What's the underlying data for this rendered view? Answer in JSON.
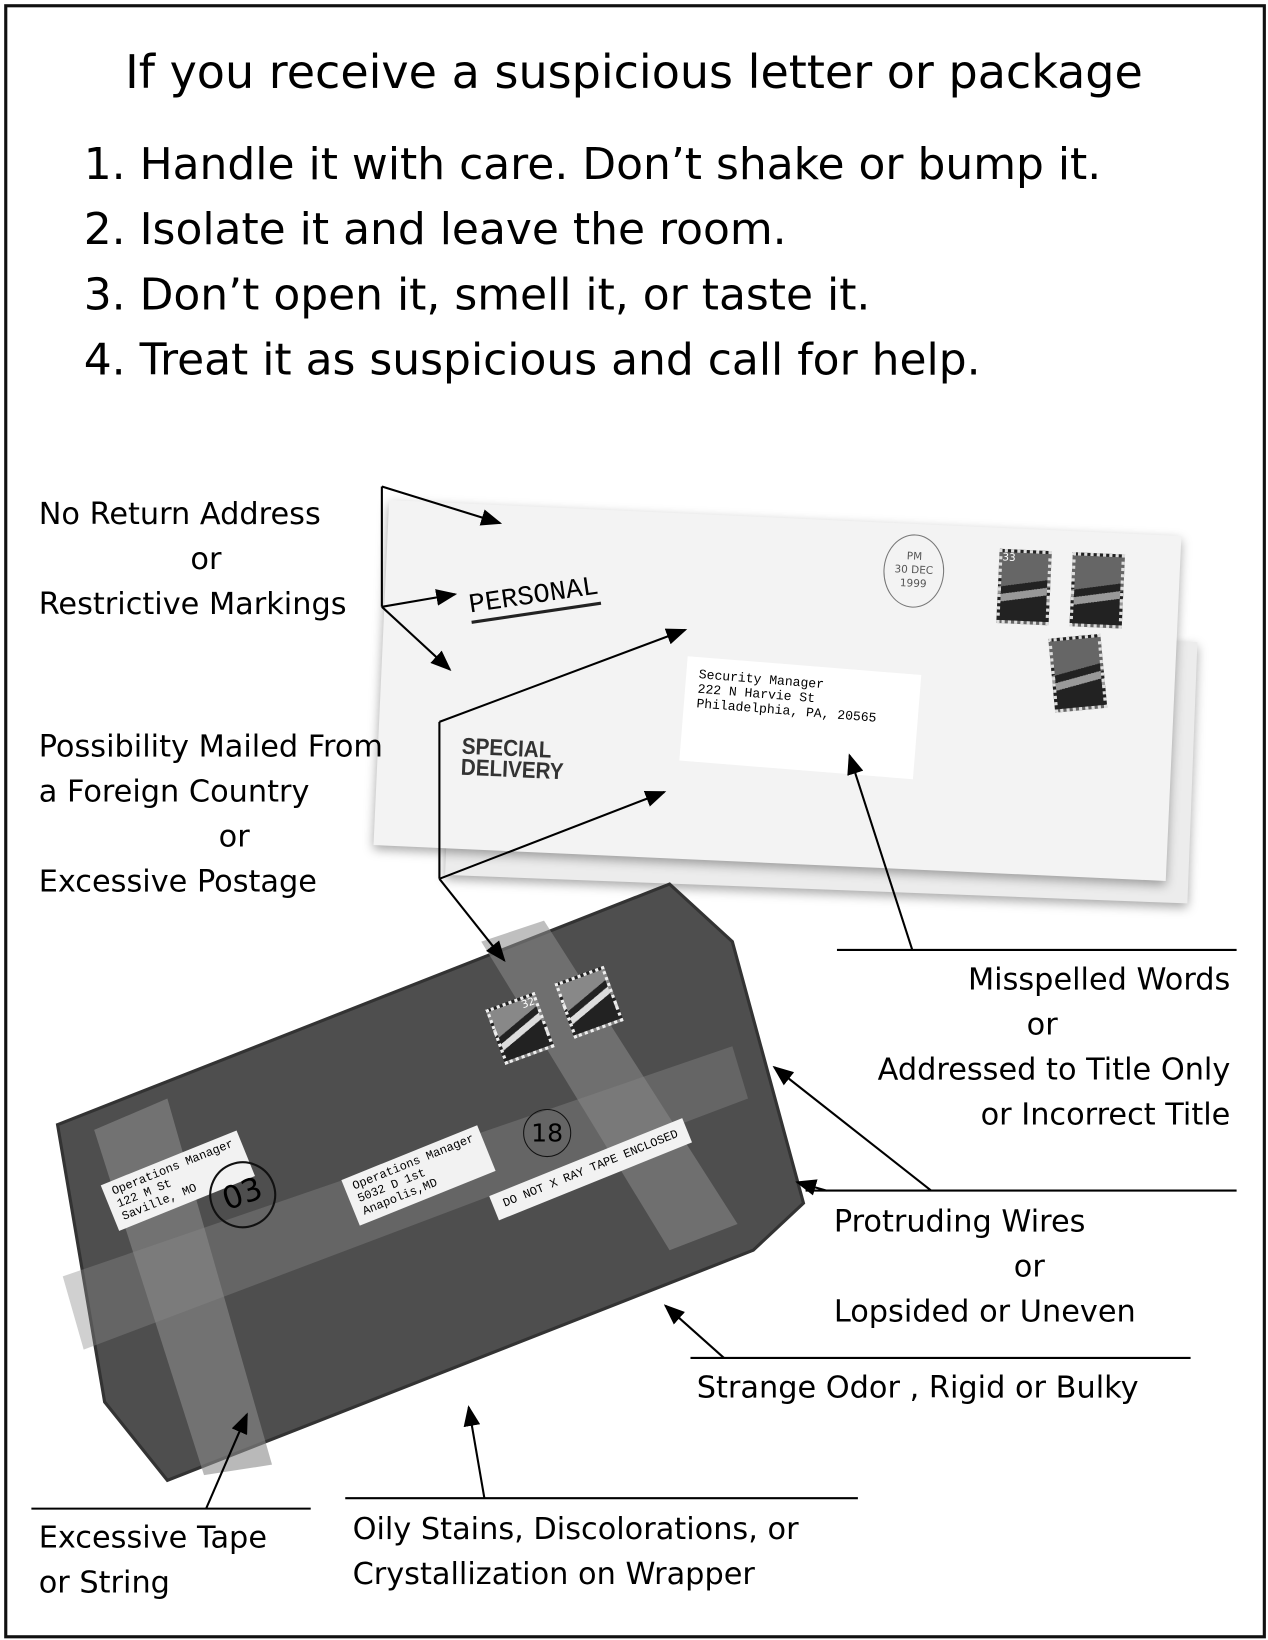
{
  "title": "If you receive a suspicious letter or package",
  "steps": [
    "1. Handle it with care. Don’t shake or bump it.",
    "2. Isolate it and leave the room.",
    "3. Don’t open it, smell it, or taste it.",
    "4. Treat it as suspicious and call for help."
  ],
  "labels": {
    "return_address": [
      "No Return Address",
      "or",
      "Restrictive Markings"
    ],
    "foreign": [
      "Possibility Mailed From",
      "a Foreign Country",
      "or",
      "Excessive Postage"
    ],
    "misspelled": [
      "Misspelled Words",
      "or",
      "Addressed to Title Only",
      "or Incorrect Title"
    ],
    "wires": [
      "Protruding Wires",
      "or",
      "Lopsided or Uneven"
    ],
    "odor": "Strange Odor , Rigid or Bulky",
    "stains": [
      "Oily Stains, Discolorations, or",
      "Crystallization on Wrapper"
    ],
    "tape": [
      "Excessive Tape",
      "or String"
    ]
  },
  "envelope": {
    "marking": "PERSONAL",
    "special": [
      "SPECIAL",
      "DELIVERY"
    ],
    "address": [
      "Security Manager",
      "222 N Harvie St",
      "Philadelphia, PA, 20565"
    ],
    "postmark": [
      "PM",
      "30 DEC",
      "1999"
    ],
    "stamp_value": "33"
  },
  "package": {
    "label1": [
      "Operations Manager",
      "122 M St",
      "Saville, MO"
    ],
    "label2": [
      "Operations Manager",
      "5032 D 1st",
      "Anapolis,MD"
    ],
    "warning": "DO NOT X RAY TAPE ENCLOSED",
    "circle1": "03",
    "circle2": "18",
    "stamp_value": "32"
  }
}
